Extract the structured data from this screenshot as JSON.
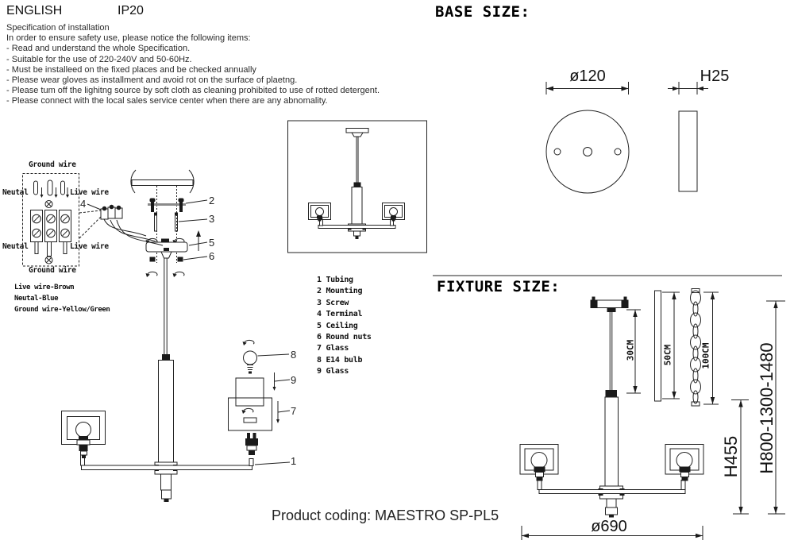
{
  "header": {
    "language": "ENGLISH",
    "ip_rating": "IP20"
  },
  "spec": {
    "title": "Specification of installation",
    "intro": "In order to ensure safety use, please notice the following items:",
    "items": [
      "- Read and understand the whole Specification.",
      "- Suitable for the use of 220-240V and 50-60Hz.",
      "- Must be installeed on the fixed places and be checked annually",
      "- Please wear gloves as installment and avoid rot on the surface of plaetng.",
      "- Please tum off the lighitng source by soft cloth as cleaning prohibited to use of rotted detergent.",
      "- Please connect with the local sales service center when there are any abnomality."
    ]
  },
  "wiring": {
    "ground_top": "Ground wire",
    "neutral_top": "Neutal",
    "live_top": "Live wire",
    "neutral_bottom": "Neutal",
    "live_bottom": "Live wire",
    "ground_bottom": "Ground wire",
    "legend": [
      "Live wire-Brown",
      "Neutal-Blue",
      "Ground wire-Yellow/Green"
    ]
  },
  "callouts": {
    "c1": "1",
    "c2": "2",
    "c3": "3",
    "c4": "4",
    "c5": "5",
    "c6": "6",
    "c7": "7",
    "c8": "8",
    "c9": "9"
  },
  "parts_list": [
    "1 Tubing",
    "2 Mounting",
    "3 Screw",
    "4 Terminal",
    "5 Ceiling",
    "6 Round nuts",
    "7 Glass",
    "8 E14 bulb",
    "9 Glass"
  ],
  "base_size": {
    "title": "BASE SIZE:",
    "diameter": "ø120",
    "height": "H25"
  },
  "fixture_size": {
    "title": "FIXTURE SIZE:",
    "rod_30": "30CM",
    "rod_50": "50CM",
    "chain_100": "100CM",
    "height_range": "H800-1300-1480",
    "height_body": "H455",
    "diameter": "ø690"
  },
  "footer": {
    "product_coding": "Product coding: MAESTRO SP-PL5"
  },
  "colors": {
    "ink": "#1a1a1a",
    "background": "#ffffff"
  }
}
